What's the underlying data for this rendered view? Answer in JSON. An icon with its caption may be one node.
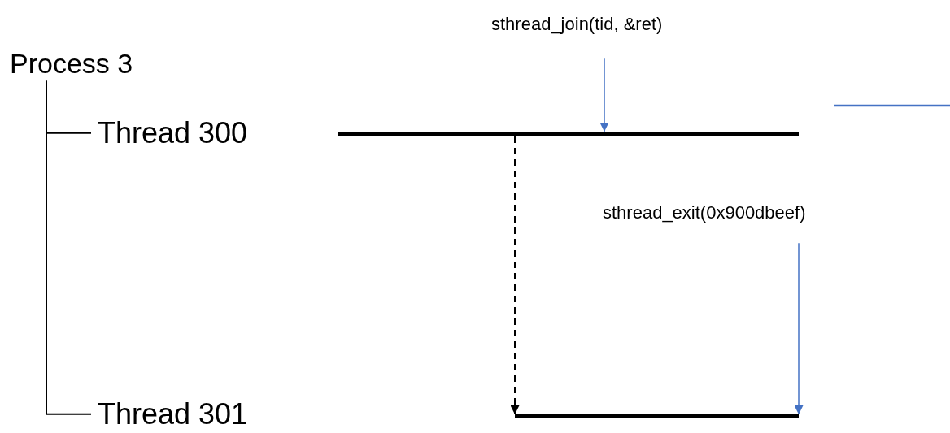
{
  "diagram": {
    "nodes": [
      {
        "text": [
          "Process 3"
        ]
      },
      {
        "text": [
          "Thread 300"
        ]
      },
      {
        "text": [
          "Thread 301"
        ]
      },
      {
        "text": [],
        "shape": "bar"
      },
      {
        "text": [],
        "shape": "bar"
      },
      {
        "text": [
          "sthread_join(tid, &ret)"
        ]
      },
      {
        "text": [
          "sthread_exit(0x900dbeef)"
        ]
      }
    ],
    "edges": [
      {
        "from": 0,
        "to": 1,
        "arrow": "none"
      },
      {
        "from": 0,
        "to": 2,
        "arrow": "none"
      },
      {
        "from": 3,
        "to": 4,
        "arrow": "to",
        "style": "dashed"
      },
      {
        "from": 5,
        "to": 3,
        "arrow": "to",
        "color": "#4472c4"
      },
      {
        "from": 6,
        "to": 4,
        "arrow": "to",
        "color": "#4472c4"
      }
    ]
  }
}
